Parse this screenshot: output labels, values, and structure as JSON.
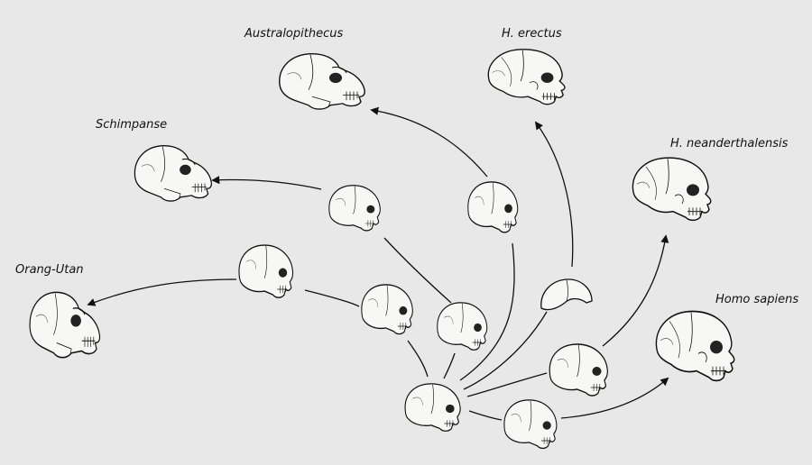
{
  "species": {
    "australopithecus": "Australopithecus",
    "h_erectus": "H. erectus",
    "schimpanse": "Schimpanse",
    "h_neanderthalensis": "H. neanderthalensis",
    "orang_utan": "Orang-Utan",
    "homo_sapiens": "Homo sapiens"
  },
  "colors": {
    "background": "#e8e8e8",
    "ink": "#111111",
    "skull_fill": "#f7f7f5"
  }
}
